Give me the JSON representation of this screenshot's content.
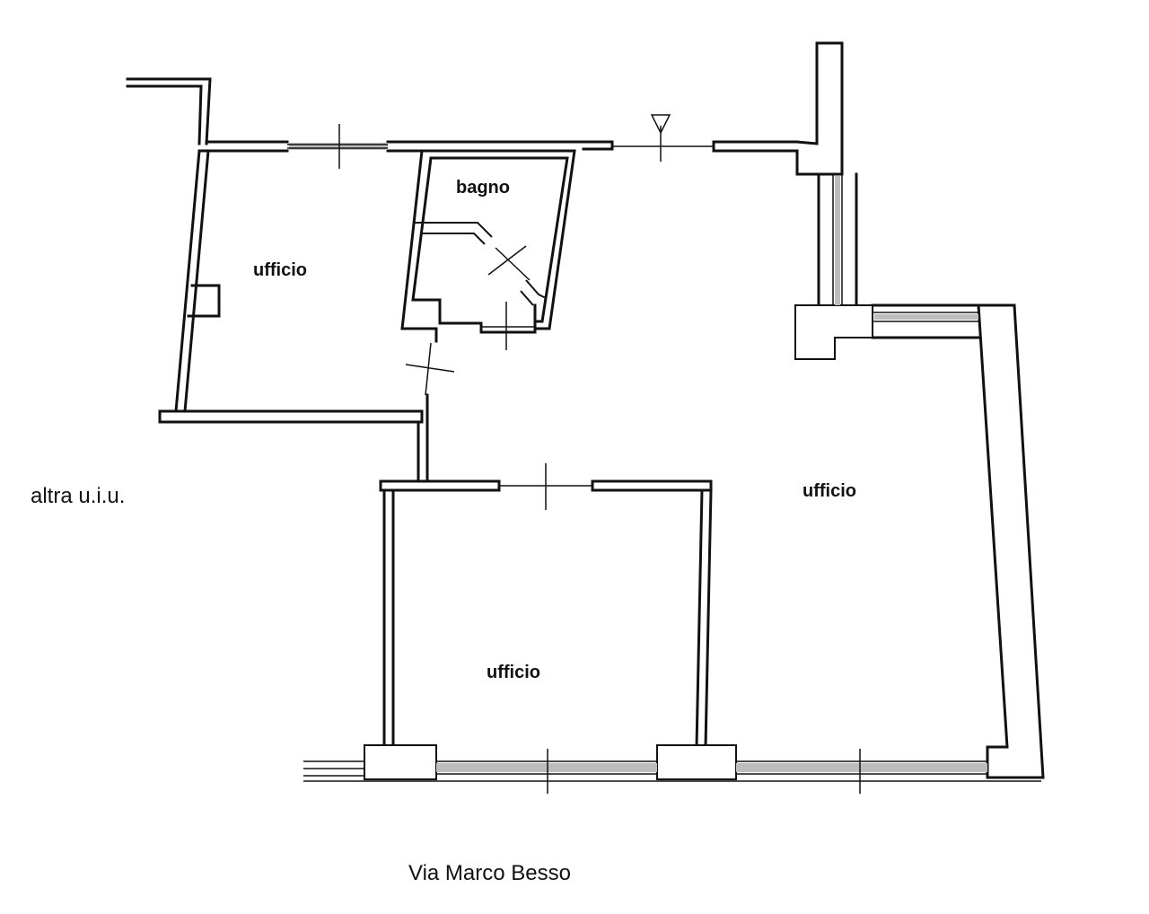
{
  "rooms": {
    "office_top_left": "ufficio",
    "bathroom": "bagno",
    "office_right": "ufficio",
    "office_bottom": "ufficio"
  },
  "labels": {
    "neighbor_unit": "altra u.i.u.",
    "street": "Via Marco Besso"
  },
  "colors": {
    "wall": "#111111",
    "background": "#ffffff",
    "window_glass": "#bdbdbd"
  }
}
